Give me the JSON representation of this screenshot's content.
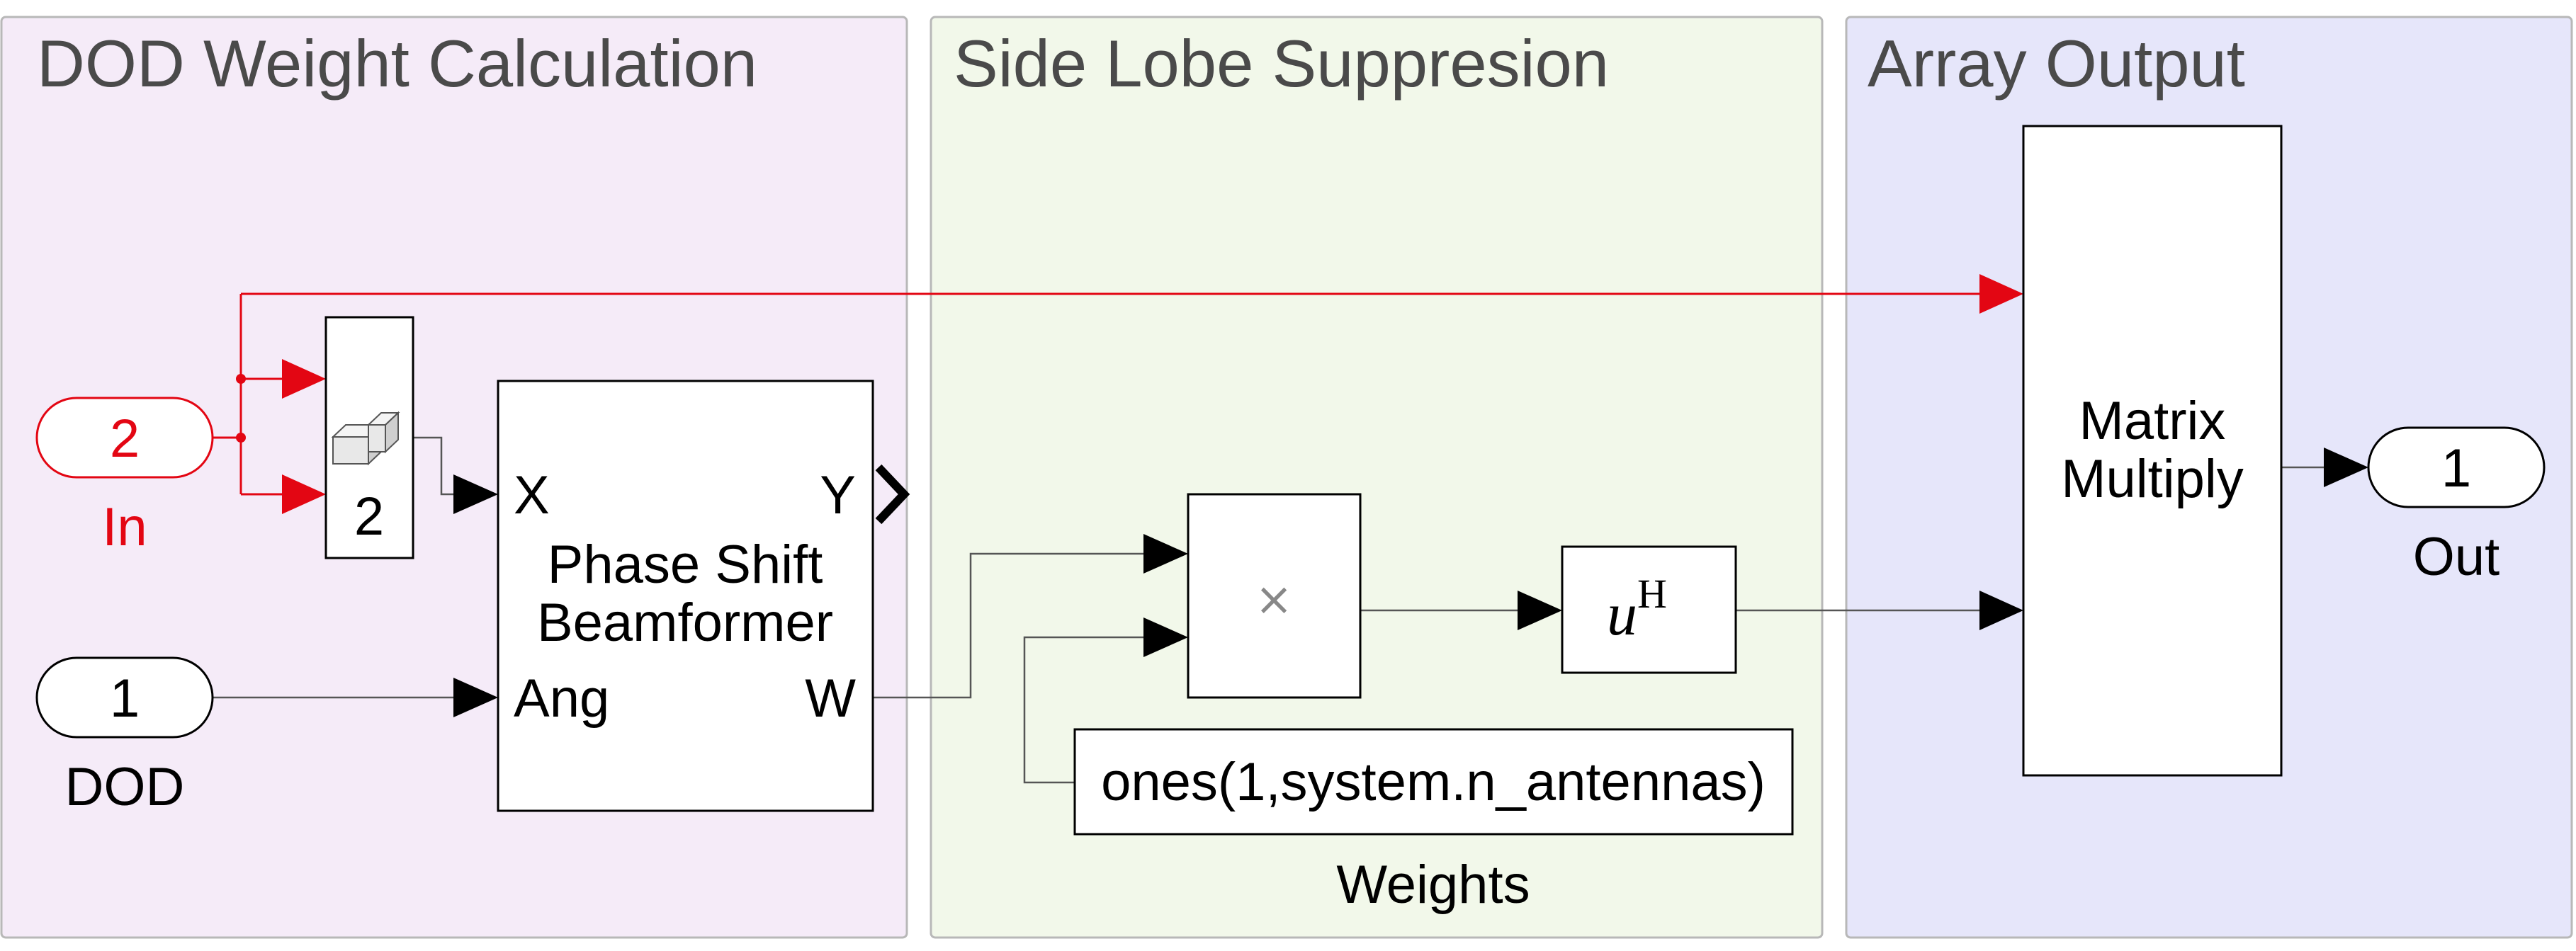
{
  "colors": {
    "area_dod_fill": "#f5ebf8",
    "area_side_fill": "#f2f8ea",
    "area_array_fill": "#e6e6fa",
    "area_border": "#b8b8b8",
    "signal_red": "#e30613",
    "signal_black": "#000000",
    "line_gray": "#555555"
  },
  "areas": {
    "dod": {
      "title": "DOD Weight Calculation"
    },
    "side_lobe": {
      "title": "Side Lobe Suppresion"
    },
    "array_output": {
      "title": "Array Output"
    }
  },
  "inports": {
    "in": {
      "number": "2",
      "label": "In"
    },
    "dod": {
      "number": "1",
      "label": "DOD"
    }
  },
  "outport": {
    "number": "1",
    "label": "Out"
  },
  "blocks": {
    "concat": {
      "value": "2",
      "icon": "concatenate-icon"
    },
    "beamformer": {
      "name_line1": "Phase Shift",
      "name_line2": "Beamformer",
      "port_x": "X",
      "port_ang": "Ang",
      "port_y": "Y",
      "port_w": "W"
    },
    "product": {
      "symbol": "×"
    },
    "hermitian": {
      "base": "u",
      "superscript": "H"
    },
    "constant": {
      "value": "ones(1,system.n_antennas)",
      "label": "Weights"
    },
    "matrix_multiply": {
      "line1": "Matrix",
      "line2": "Multiply"
    }
  }
}
